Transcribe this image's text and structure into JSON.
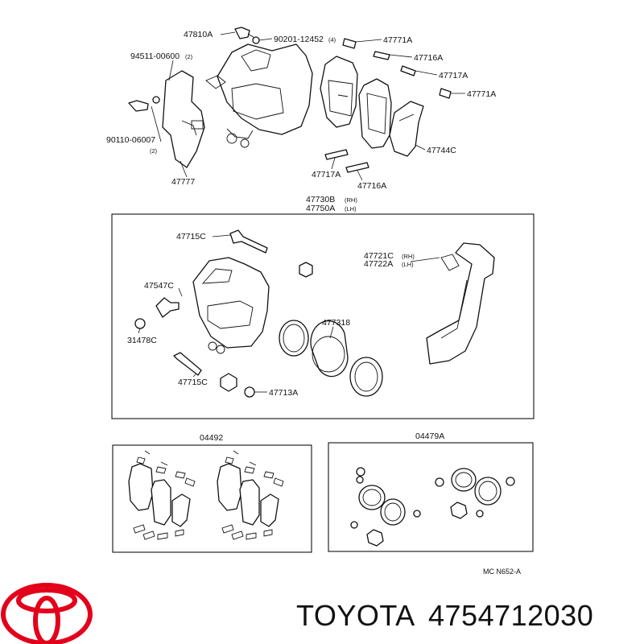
{
  "labels": {
    "l_47810A": "47810A",
    "l_90201": "90201-12452",
    "l_90201_qty": "(4)",
    "l_47771A_top": "47771A",
    "l_94511": "94511-00600",
    "l_94511_qty": "(2)",
    "l_47716A_top": "47716A",
    "l_47717A_top": "47717A",
    "l_47771A_mid": "47771A",
    "l_90110": "90110-06007",
    "l_90110_qty": "(2)",
    "l_47744C": "47744C",
    "l_47717A_bot": "47717A",
    "l_47716A_bot": "47716A",
    "l_47777": "47777",
    "l_47730B": "47730B",
    "l_47730B_rh": "(RH)",
    "l_47750A": "47750A",
    "l_47750A_lh": "(LH)",
    "l_47715C_top": "47715C",
    "l_47721C": "47721C",
    "l_47721C_rh": "(RH)",
    "l_47722A": "47722A",
    "l_47722A_lh": "(LH)",
    "l_47547C": "47547C",
    "l_47731B": "477318",
    "l_31478C": "31478C",
    "l_47715C_bot": "47715C",
    "l_47713A": "47713A",
    "l_04492": "04492",
    "l_04479A": "04479A",
    "l_ref": "MC  N652-A"
  },
  "brand": {
    "name": "TOYOTA",
    "part_number": "4754712030",
    "logo_color": "#e3001b",
    "text_color": "#111111"
  }
}
